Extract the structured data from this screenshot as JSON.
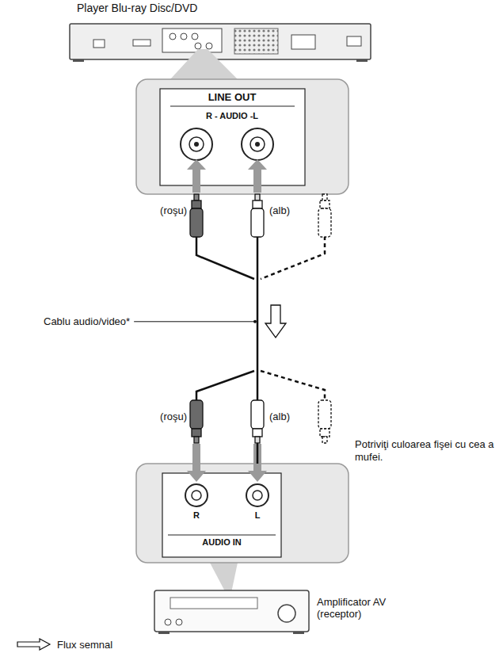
{
  "diagram": {
    "nodes": [
      {
        "text": [
          "Player Blu-ray Disc/DVD"
        ]
      },
      {
        "text": [
          "LINE OUT",
          "R - AUDIO -L"
        ]
      },
      {
        "text": [
          "R",
          "L",
          "AUDIO IN"
        ]
      },
      {
        "text": [
          "Amplificator AV (receptor)"
        ]
      }
    ],
    "edges": [
      {
        "from": 1,
        "to": 2,
        "arrow": "none",
        "label": "Cablu audio/video*"
      }
    ],
    "labels": [
      "(roşu)",
      "(alb)",
      "(roşu)",
      "(alb)",
      "Potriviţi culoarea fişei cu cea a mufei."
    ],
    "legend": [
      {
        "text": "Flux semnal"
      }
    ]
  }
}
